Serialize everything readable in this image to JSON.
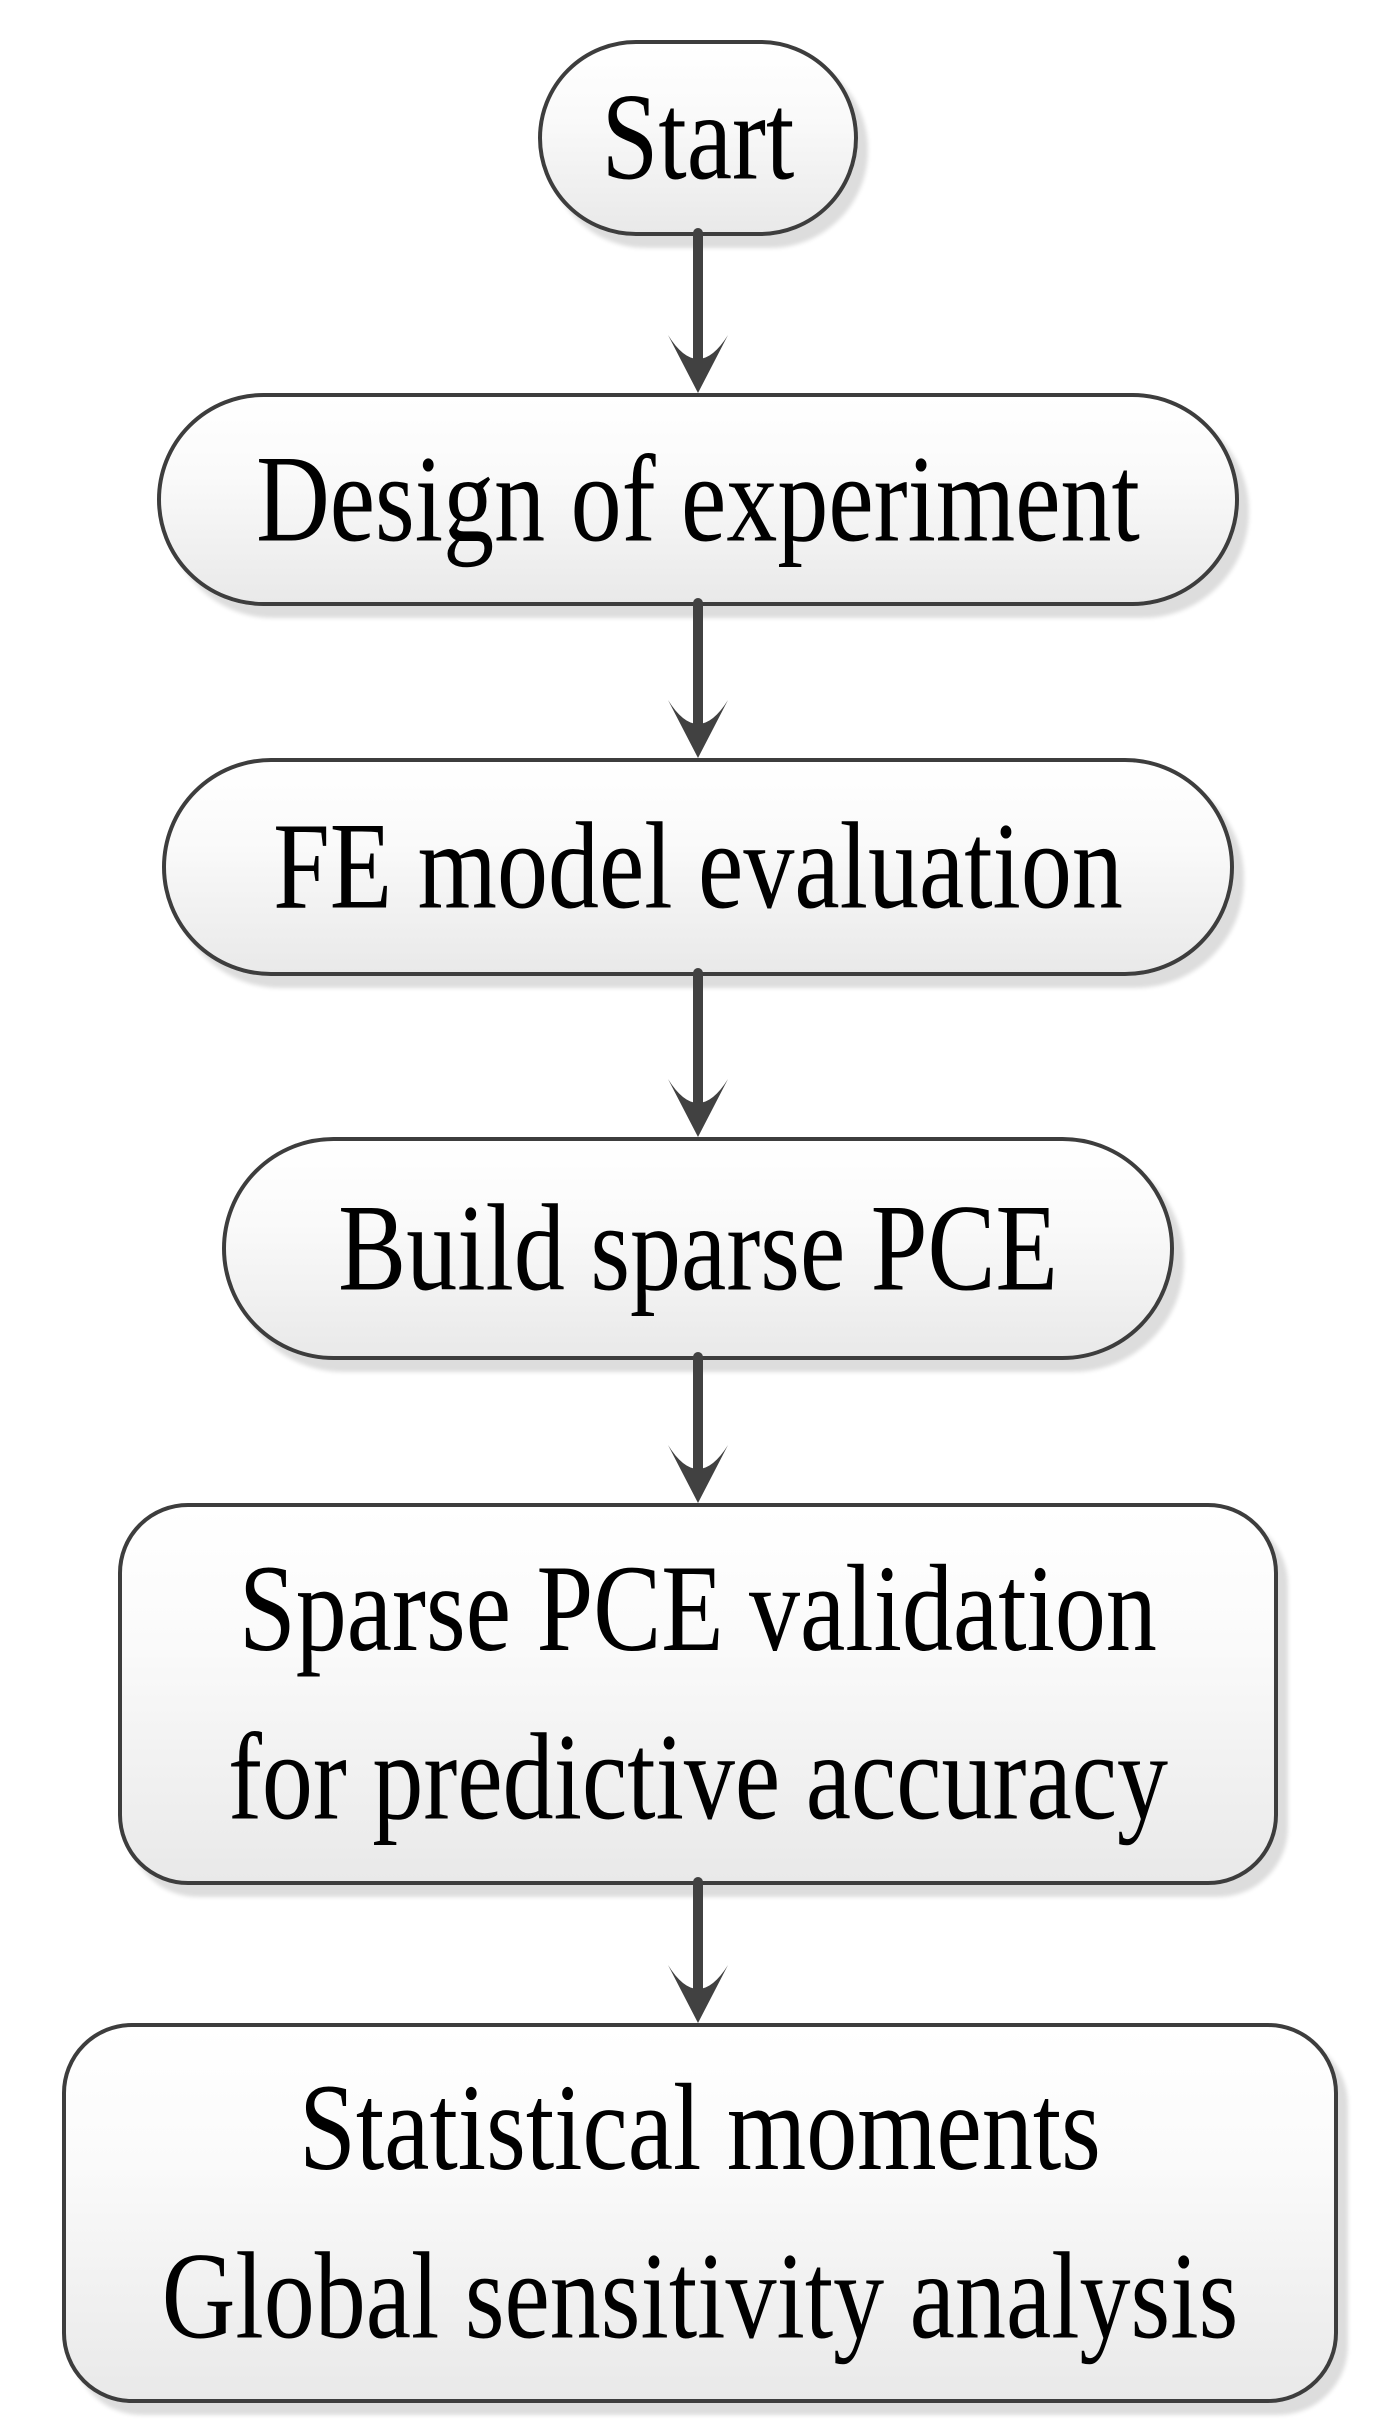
{
  "diagram": {
    "type": "flowchart",
    "direction": "top-down",
    "nodes": [
      {
        "id": "start",
        "shape": "terminator",
        "label": "Start"
      },
      {
        "id": "doe",
        "shape": "rounded-process",
        "label": "Design of experiment"
      },
      {
        "id": "fe-model",
        "shape": "rounded-process",
        "label": "FE model evaluation"
      },
      {
        "id": "build-pce",
        "shape": "rounded-process",
        "label": "Build sparse PCE"
      },
      {
        "id": "pce-validation",
        "shape": "rounded-process",
        "label": "Sparse PCE validation\nfor predictive accuracy"
      },
      {
        "id": "results",
        "shape": "rounded-process",
        "label": "Statistical moments\nGlobal sensitivity analysis"
      }
    ],
    "edges": [
      {
        "from": "start",
        "to": "doe"
      },
      {
        "from": "doe",
        "to": "fe-model"
      },
      {
        "from": "fe-model",
        "to": "build-pce"
      },
      {
        "from": "build-pce",
        "to": "pce-validation"
      },
      {
        "from": "pce-validation",
        "to": "results"
      }
    ],
    "colors": {
      "background": "#ffffff",
      "node_border": "#3d3d3d",
      "node_fill_top": "#ffffff",
      "node_fill_bottom": "#e9e9e9",
      "node_shadow": "#dddddd",
      "arrow": "#414141",
      "text": "#000000"
    }
  }
}
